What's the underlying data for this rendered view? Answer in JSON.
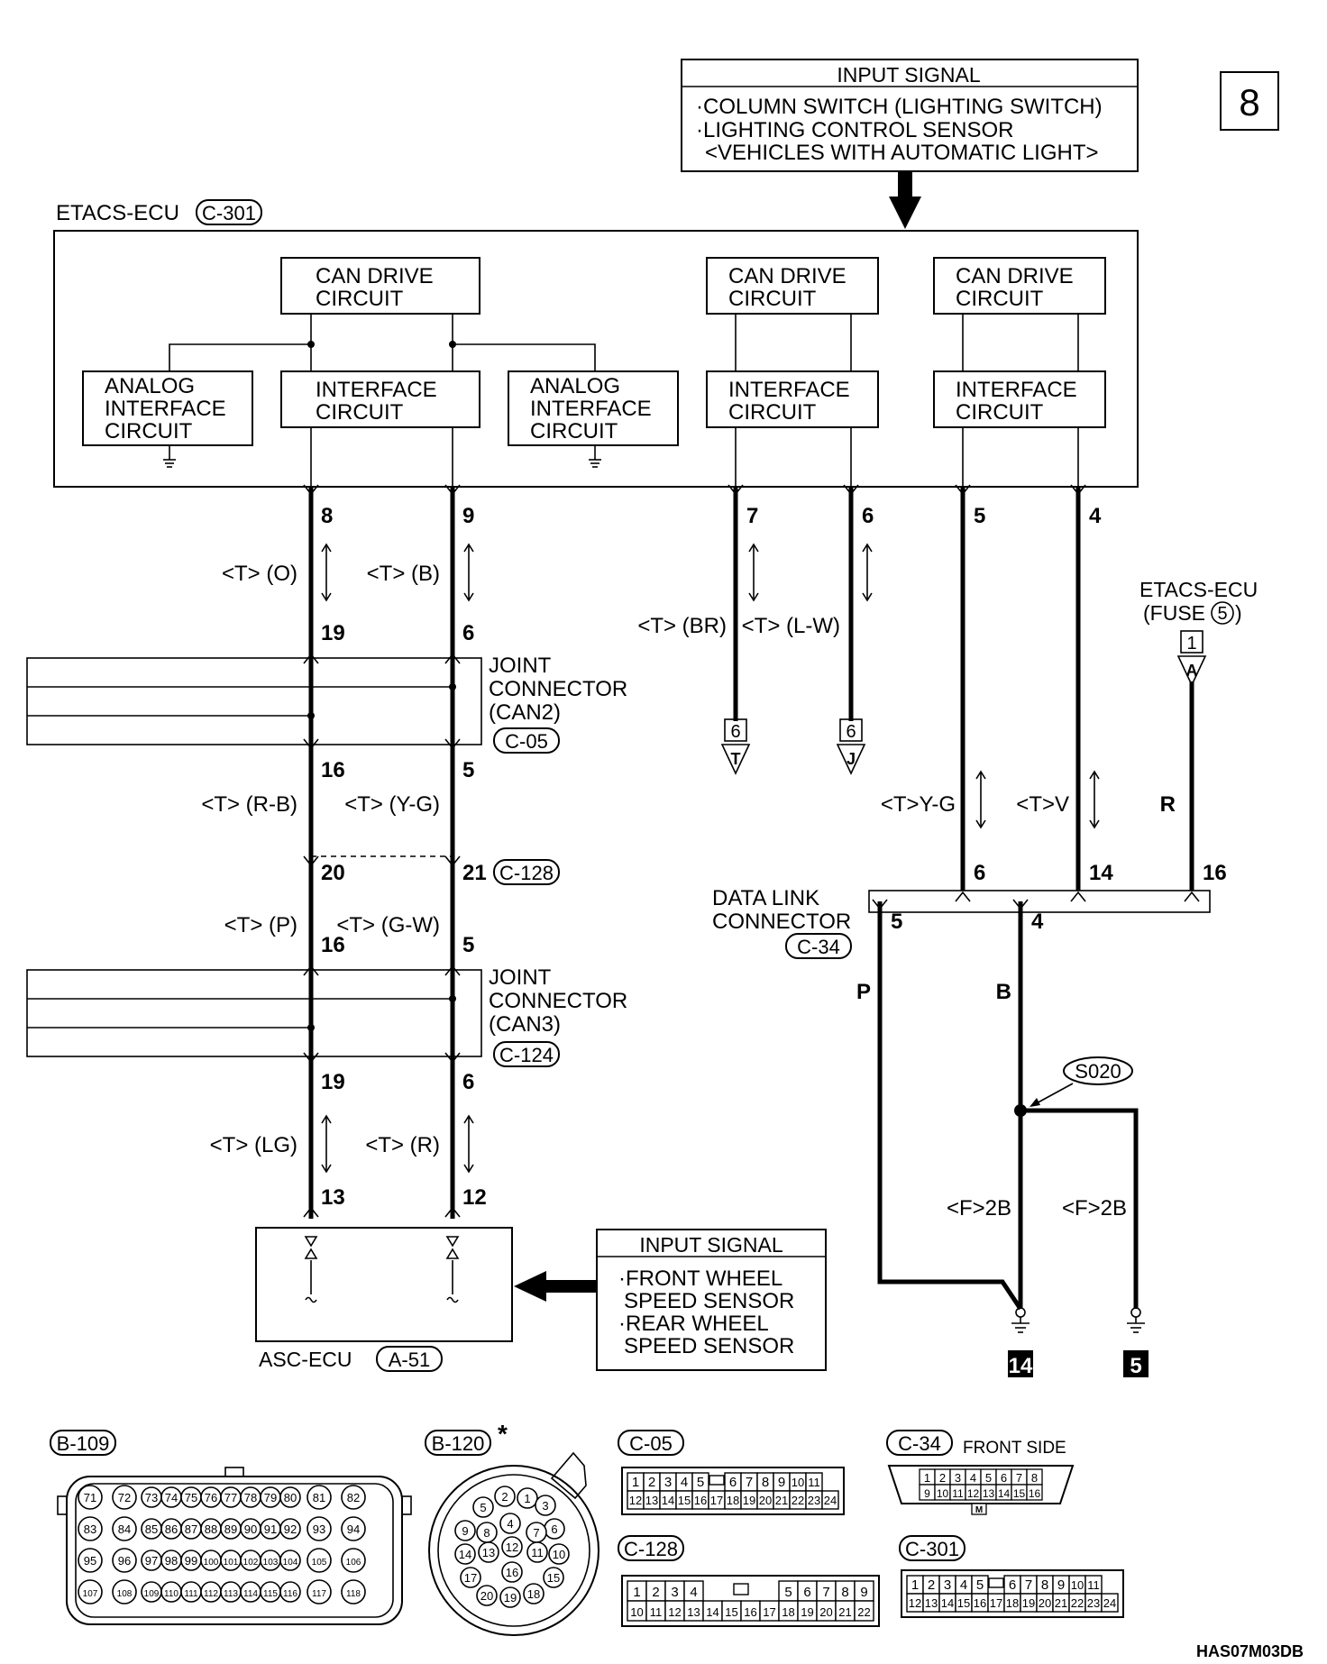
{
  "page_number": "8",
  "doc_code": "HAS07M03DB",
  "input_signal_top": {
    "title": "INPUT SIGNAL",
    "lines": [
      "·COLUMN SWITCH (LIGHTING SWITCH)",
      "·LIGHTING CONTROL SENSOR",
      "<VEHICLES WITH AUTOMATIC LIGHT>"
    ]
  },
  "etacs_ecu": {
    "label": "ETACS-ECU",
    "connector": "C-301"
  },
  "circuits": {
    "can_drive": [
      "CAN DRIVE",
      "CIRCUIT"
    ],
    "interface": [
      "INTERFACE",
      "CIRCUIT"
    ],
    "analog": [
      "ANALOG",
      "INTERFACE",
      "CIRCUIT"
    ]
  },
  "pins": {
    "top": [
      "8",
      "9",
      "7",
      "6",
      "5",
      "4"
    ],
    "jc2_in": [
      "19",
      "6"
    ],
    "jc2_out": [
      "16",
      "5"
    ],
    "c128_in": [
      "20",
      "21"
    ],
    "c128_out": [
      "16",
      "5"
    ],
    "jc3_out": [
      "19",
      "6"
    ],
    "asc": [
      "13",
      "12"
    ],
    "dlc_in": [
      "6",
      "14",
      "16"
    ],
    "dlc_out": [
      "5",
      "4"
    ]
  },
  "wire_labels": {
    "w1": "<T> (O)",
    "w2": "<T> (B)",
    "w3": "<T> (BR)",
    "w4": "<T> (L-W)",
    "w5": "<T> (R-B)",
    "w6": "<T> (Y-G)",
    "w7": "<T> (P)",
    "w8": "<T> (G-W)",
    "w9": "<T> (LG)",
    "w10": "<T> (R)",
    "w11": "<T>Y-G",
    "w12": "<T>V",
    "w13": "R",
    "w14": "P",
    "w15": "B",
    "w16": "<F>2B",
    "w17": "<F>2B"
  },
  "joint_can2": {
    "lines": [
      "JOINT",
      "CONNECTOR",
      "(CAN2)"
    ],
    "connector": "C-05"
  },
  "joint_can3": {
    "lines": [
      "JOINT",
      "CONNECTOR",
      "(CAN3)"
    ],
    "connector": "C-124"
  },
  "c128_label": "C-128",
  "goto": {
    "t_num": "6",
    "t_letter": "T",
    "j_num": "6",
    "j_letter": "J"
  },
  "etacs_fuse": {
    "lines": [
      "ETACS-ECU",
      "(FUSE"
    ],
    "fuse_no": "5",
    "close": ")",
    "num": "1",
    "letter": "A"
  },
  "dlc": {
    "lines": [
      "DATA LINK",
      "CONNECTOR"
    ],
    "connector": "C-34"
  },
  "splice": "S020",
  "grounds": [
    "14",
    "5"
  ],
  "asc_ecu": {
    "label": "ASC-ECU",
    "connector": "A-51"
  },
  "input_signal_bottom": {
    "title": "INPUT SIGNAL",
    "lines": [
      "·FRONT WHEEL",
      "SPEED SENSOR",
      "·REAR WHEEL",
      "SPEED SENSOR"
    ]
  },
  "connectors_legend": {
    "b109": {
      "label": "B-109",
      "row1": [
        "71",
        "72",
        "73",
        "74",
        "75",
        "76",
        "77",
        "78",
        "79",
        "80",
        "81",
        "82"
      ],
      "row2": [
        "83",
        "84",
        "85",
        "86",
        "87",
        "88",
        "89",
        "90",
        "91",
        "92",
        "93",
        "94"
      ],
      "row3": [
        "95",
        "96",
        "97",
        "98",
        "99",
        "100",
        "101",
        "102",
        "103",
        "104",
        "105",
        "106"
      ],
      "row4": [
        "107",
        "108",
        "109",
        "110",
        "111",
        "112",
        "113",
        "114",
        "115",
        "116",
        "117",
        "118"
      ]
    },
    "b120": {
      "label": "B-120",
      "star": "*",
      "pins": [
        "1",
        "2",
        "3",
        "4",
        "5",
        "6",
        "7",
        "8",
        "9",
        "10",
        "11",
        "12",
        "13",
        "14",
        "15",
        "16",
        "17",
        "18",
        "19",
        "20"
      ]
    },
    "c05": {
      "label": "C-05",
      "row1": [
        "1",
        "2",
        "3",
        "4",
        "5",
        "",
        "6",
        "7",
        "8",
        "9",
        "10",
        "11"
      ],
      "row2": [
        "12",
        "13",
        "14",
        "15",
        "16",
        "17",
        "18",
        "19",
        "20",
        "21",
        "22",
        "23",
        "24"
      ]
    },
    "c34": {
      "label": "C-34",
      "side": "FRONT SIDE",
      "row1": [
        "1",
        "2",
        "3",
        "4",
        "5",
        "6",
        "7",
        "8"
      ],
      "row2": [
        "9",
        "10",
        "11",
        "12",
        "13",
        "14",
        "15",
        "16"
      ],
      "key": "M"
    },
    "c128": {
      "label": "C-128",
      "row1": [
        "1",
        "2",
        "3",
        "4",
        "",
        "5",
        "6",
        "7",
        "8",
        "9"
      ],
      "row2": [
        "10",
        "11",
        "12",
        "13",
        "14",
        "15",
        "16",
        "17",
        "18",
        "19",
        "20",
        "21",
        "22"
      ]
    },
    "c301": {
      "label": "C-301",
      "row1": [
        "1",
        "2",
        "3",
        "4",
        "5",
        "",
        "6",
        "7",
        "8",
        "9",
        "10",
        "11"
      ],
      "row2": [
        "12",
        "13",
        "14",
        "15",
        "16",
        "17",
        "18",
        "19",
        "20",
        "21",
        "22",
        "23",
        "24"
      ]
    }
  }
}
